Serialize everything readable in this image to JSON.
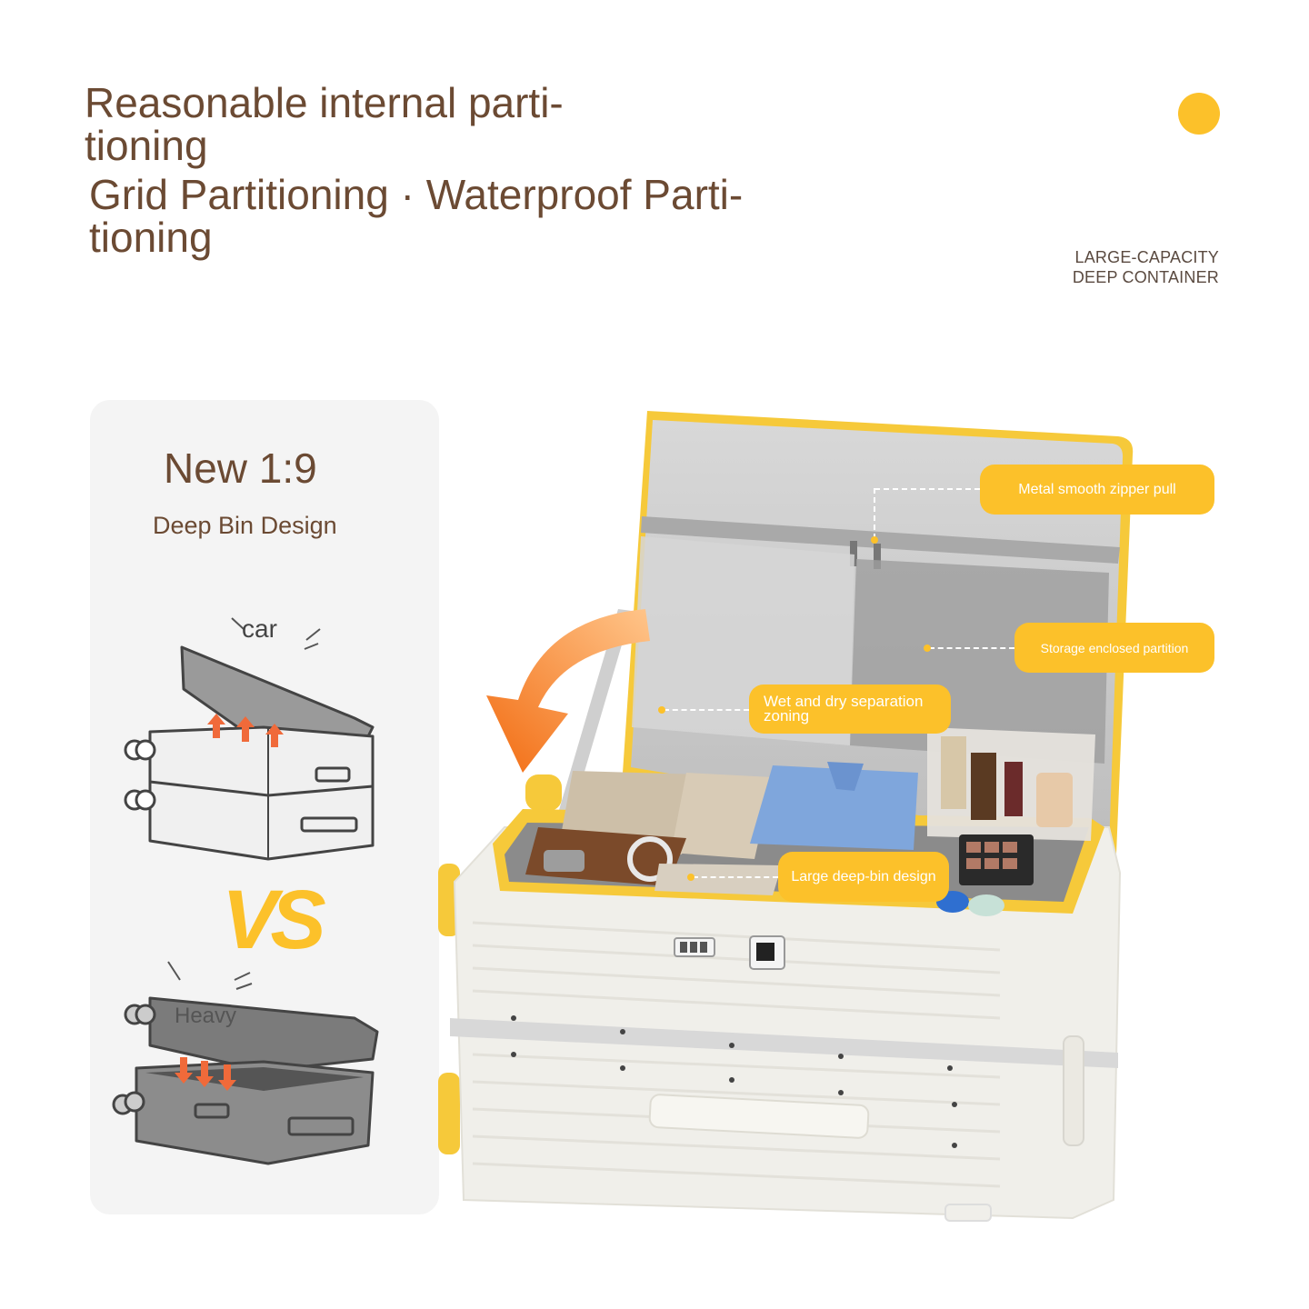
{
  "heading": {
    "line1": "Reasonable internal parti-",
    "line2": "tioning",
    "line3": "Grid Partitioning · Waterproof Parti-",
    "line4": "tioning"
  },
  "badge_text": {
    "line1": "LARGE-CAPACITY",
    "line2": "DEEP CONTAINER"
  },
  "comparison": {
    "title": "New 1:9",
    "subtitle": "Deep Bin Design",
    "top_label": "car",
    "vs_label": "VS",
    "bottom_label": "Heavy"
  },
  "callouts": {
    "zipper": "Metal smooth zipper pull",
    "storage": "Storage enclosed partition",
    "wet_dry": "Wet and dry separation zoning",
    "deep_bin": "Large deep-bin design"
  },
  "colors": {
    "accent": "#fcc12a",
    "heading": "#6b4a33",
    "arrow": "#f47a1f"
  }
}
